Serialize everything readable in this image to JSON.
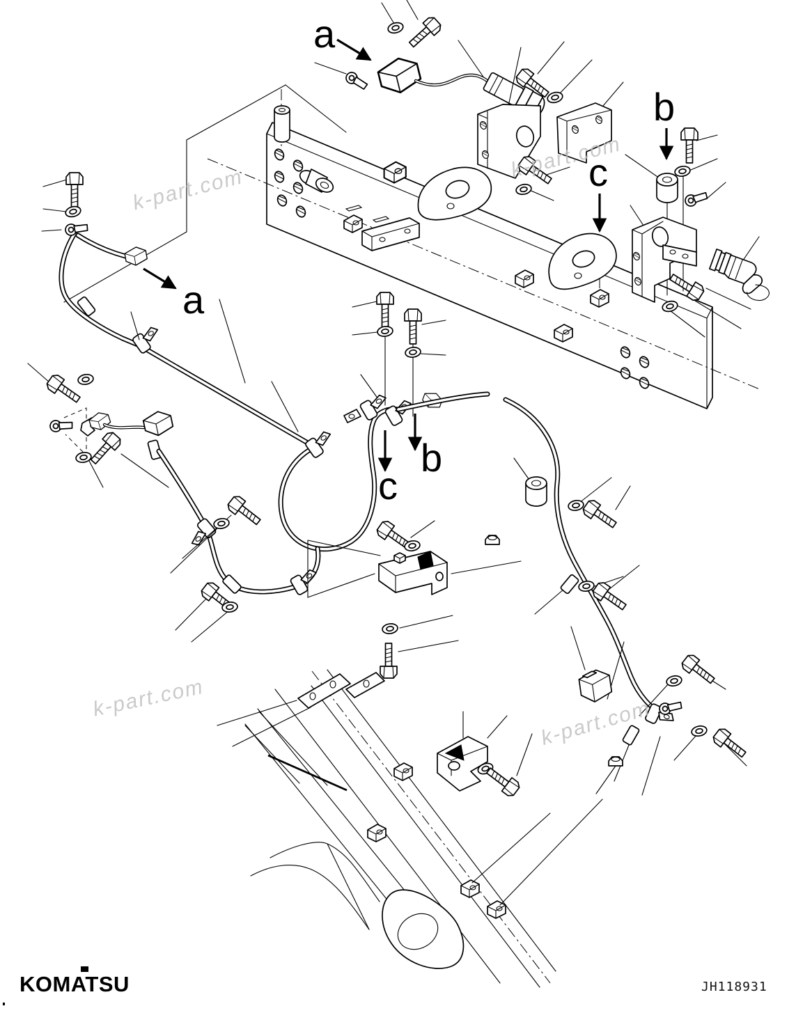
{
  "diagram": {
    "type": "exploded-parts-diagram",
    "brand_logo": "KOMATSU",
    "drawing_number": "JH118931",
    "watermark": {
      "text": "k-part.com",
      "color": "#bdbdbd",
      "count": 4
    },
    "callouts": {
      "a_top": "a",
      "a_left": "a",
      "b_right": "b",
      "c_right": "c",
      "b_middle": "b",
      "c_middle": "c"
    },
    "colors": {
      "background": "#ffffff",
      "line": "#000000"
    },
    "parts_depicted": [
      "frame-beam",
      "wiring-harness",
      "proximity-switch-sensor",
      "connector",
      "bracket",
      "wire-clamp",
      "bolt",
      "washer",
      "nut",
      "spacer",
      "ring-terminal",
      "relay-block",
      "elbow-connector",
      "boom-frame"
    ]
  }
}
